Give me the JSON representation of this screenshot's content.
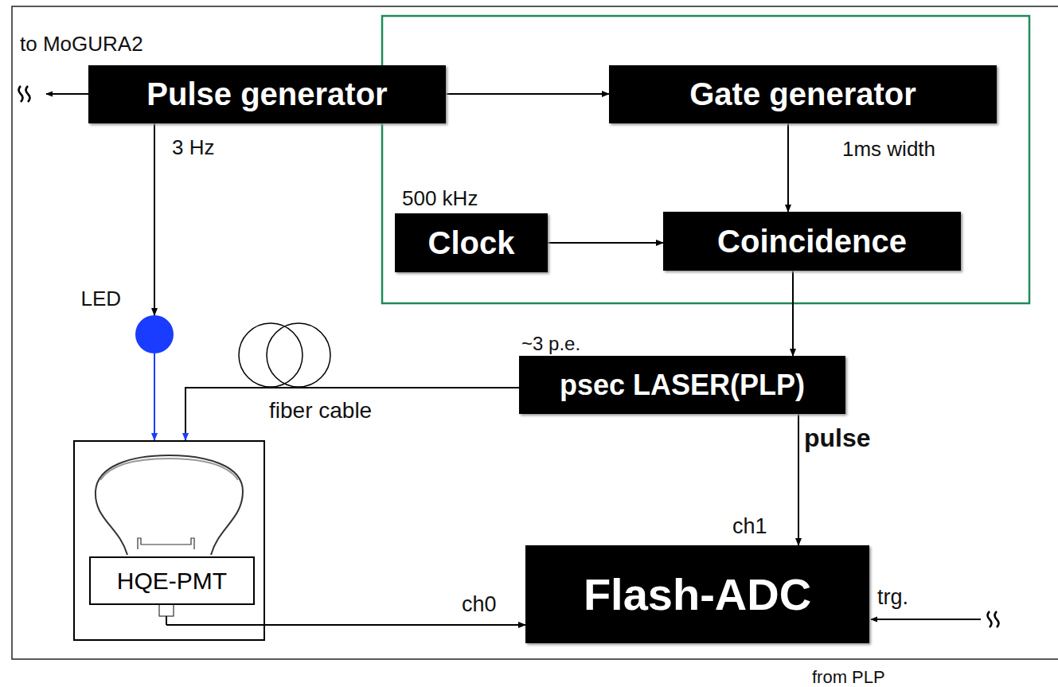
{
  "diagram": {
    "nodes": [
      {
        "text": [
          "Pulse generator"
        ]
      },
      {
        "text": [
          "Gate generator"
        ]
      },
      {
        "text": [
          "Clock"
        ]
      },
      {
        "text": [
          "Coincidence"
        ]
      },
      {
        "text": [
          "LED"
        ]
      },
      {
        "text": [
          "psec LASER(PLP)"
        ]
      },
      {
        "text": [
          "HQE-PMT"
        ]
      },
      {
        "text": [
          "Flash-ADC"
        ]
      }
    ],
    "edges": [
      {
        "from": 0,
        "to": 1,
        "arrow": "to"
      },
      {
        "from": 0,
        "to": 4,
        "label": "3 Hz",
        "arrow": "to"
      },
      {
        "from": 1,
        "to": 3,
        "label": "1ms width",
        "arrow": "to"
      },
      {
        "from": 2,
        "to": 3,
        "arrow": "to"
      },
      {
        "from": 3,
        "to": 5,
        "arrow": "to"
      },
      {
        "from": 4,
        "to": 6,
        "arrow": "to"
      },
      {
        "from": 5,
        "to": 6,
        "label": "fiber cable",
        "arrow": "to"
      },
      {
        "from": 5,
        "to": 7,
        "label": "pulse",
        "arrow": "to"
      },
      {
        "from": 6,
        "to": 7,
        "arrow": "to"
      }
    ],
    "labels": [
      "to MoGURA2",
      "500 kHz",
      "~3 p.e.",
      "ch1",
      "ch0",
      "trg.",
      "from PLP"
    ]
  }
}
